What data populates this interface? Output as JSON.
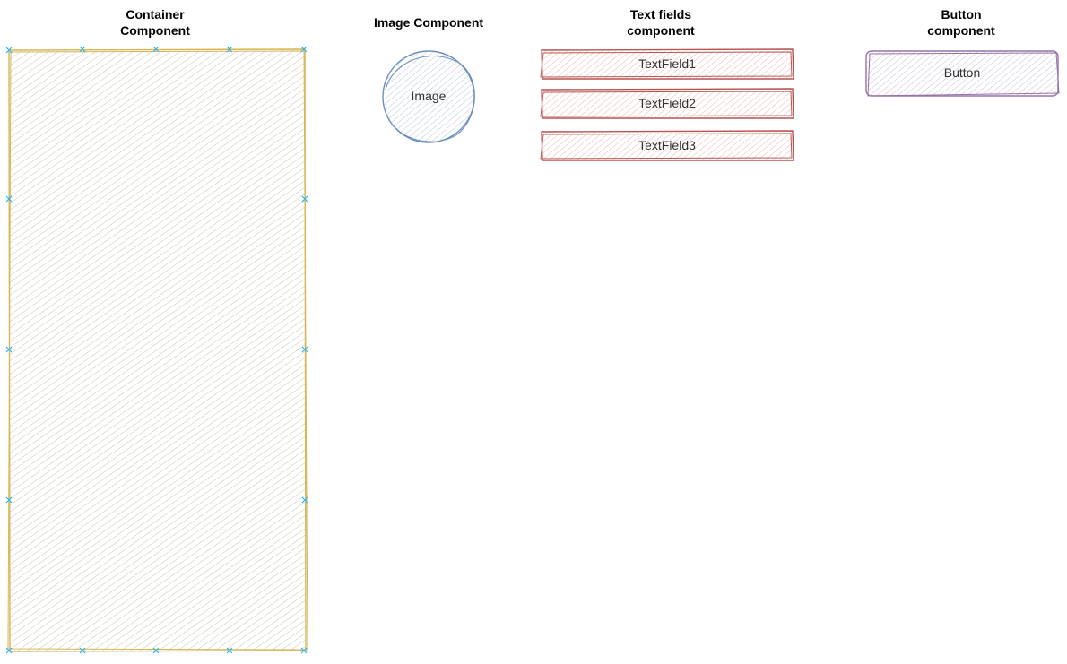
{
  "headings": {
    "container": [
      "Container",
      "Component"
    ],
    "image": "Image Component",
    "text_fields": [
      "Text fields",
      "component"
    ],
    "button": [
      "Button",
      "component"
    ]
  },
  "shapes": {
    "image_label": "Image",
    "text_fields": [
      "TextField1",
      "TextField2",
      "TextField3"
    ],
    "button_label": "Button"
  },
  "colors": {
    "container_stroke": "#d6b656",
    "container_hatch": "#c8c2b0",
    "image_stroke": "#6c8ebf",
    "image_hatch": "#b9c6d8",
    "text_field_stroke": "#b85450",
    "text_field_hatch": "#e8b4b2",
    "button_stroke": "#9673a6",
    "button_hatch": "#c9bcd2",
    "handle": "#29b6f2"
  }
}
